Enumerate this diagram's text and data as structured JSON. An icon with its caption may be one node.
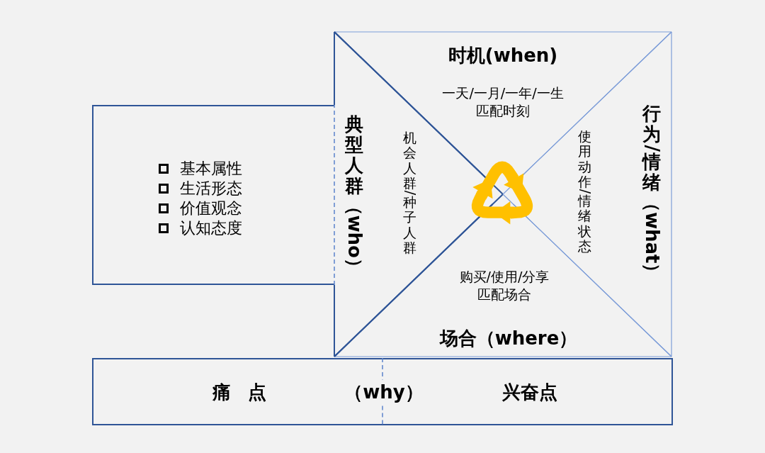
{
  "diagram": {
    "nodes": [
      {
        "text": [
          "基本属性",
          "生活形态",
          "价值观念",
          "认知态度"
        ]
      },
      {
        "text": [
          "时机(when)",
          "一天/一月/一年/一生匹配时刻"
        ]
      },
      {
        "text": [
          "典型人群（who）",
          "机会人群/种子人群"
        ]
      },
      {
        "text": [
          "行为/情绪（what）",
          "使用动作/情绪状态"
        ]
      },
      {
        "text": [
          "购买/使用/分享匹配场合",
          "场合（where）"
        ]
      },
      {
        "text": [
          "痛 点",
          "（why）",
          "兴奋点"
        ]
      }
    ]
  }
}
